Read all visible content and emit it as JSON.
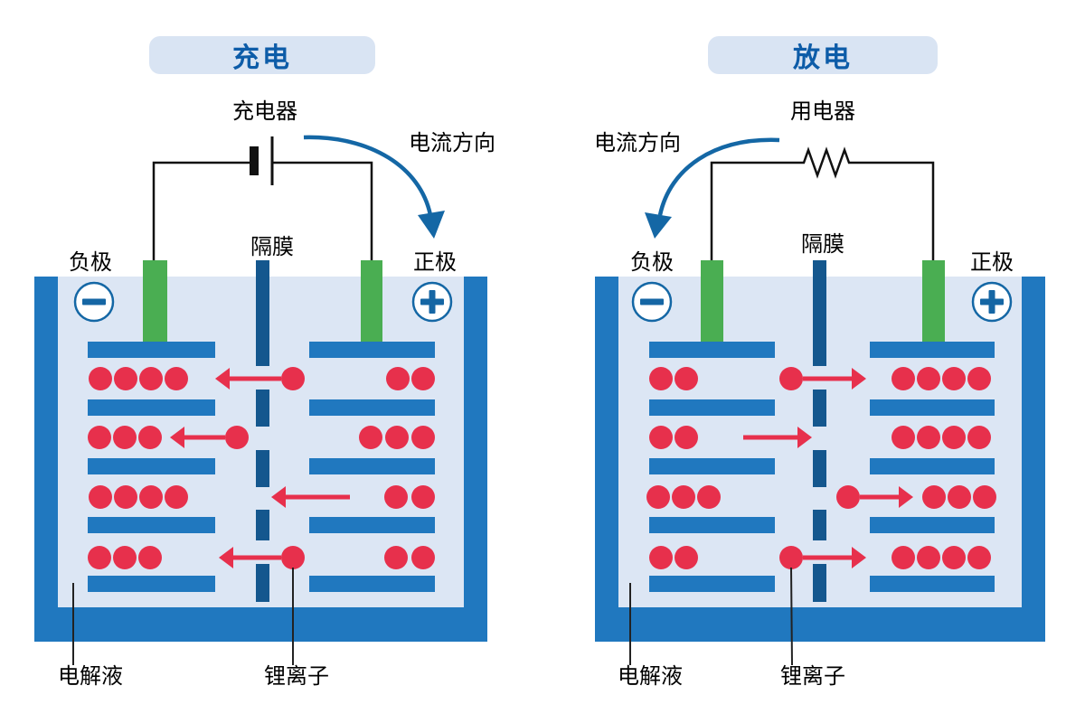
{
  "figure": {
    "description_colors": {
      "container_blue": "#2078bf",
      "electrolyte_light_blue": "#dce6f4",
      "separator_dark_blue": "#14578e",
      "electrode_green": "#4aae52",
      "ion_red": "#e7304c",
      "badge_background": "#d9e4f3",
      "badge_text_blue": "#0d5ca8",
      "current_arrow_blue": "#1467a5",
      "wire_black": "#111111"
    }
  },
  "panels": [
    {
      "title": "充电",
      "device_label": "充电器",
      "device_symbol": "battery-icon",
      "current_direction_label": "电流方向",
      "negative_terminal_label": "负极",
      "negative_symbol": "−",
      "positive_terminal_label": "正极",
      "positive_symbol": "+",
      "separator_label": "隔膜",
      "electrolyte_label": "电解液",
      "ion_label": "锂离子",
      "ion_flow_direction": "ions move left toward negative electrode"
    },
    {
      "title": "放电",
      "device_label": "用电器",
      "device_symbol": "resistor-icon",
      "current_direction_label": "电流方向",
      "negative_terminal_label": "负极",
      "negative_symbol": "−",
      "positive_terminal_label": "正极",
      "positive_symbol": "+",
      "separator_label": "隔膜",
      "electrolyte_label": "电解液",
      "ion_label": "锂离子",
      "ion_flow_direction": "ions move right toward positive electrode"
    }
  ]
}
